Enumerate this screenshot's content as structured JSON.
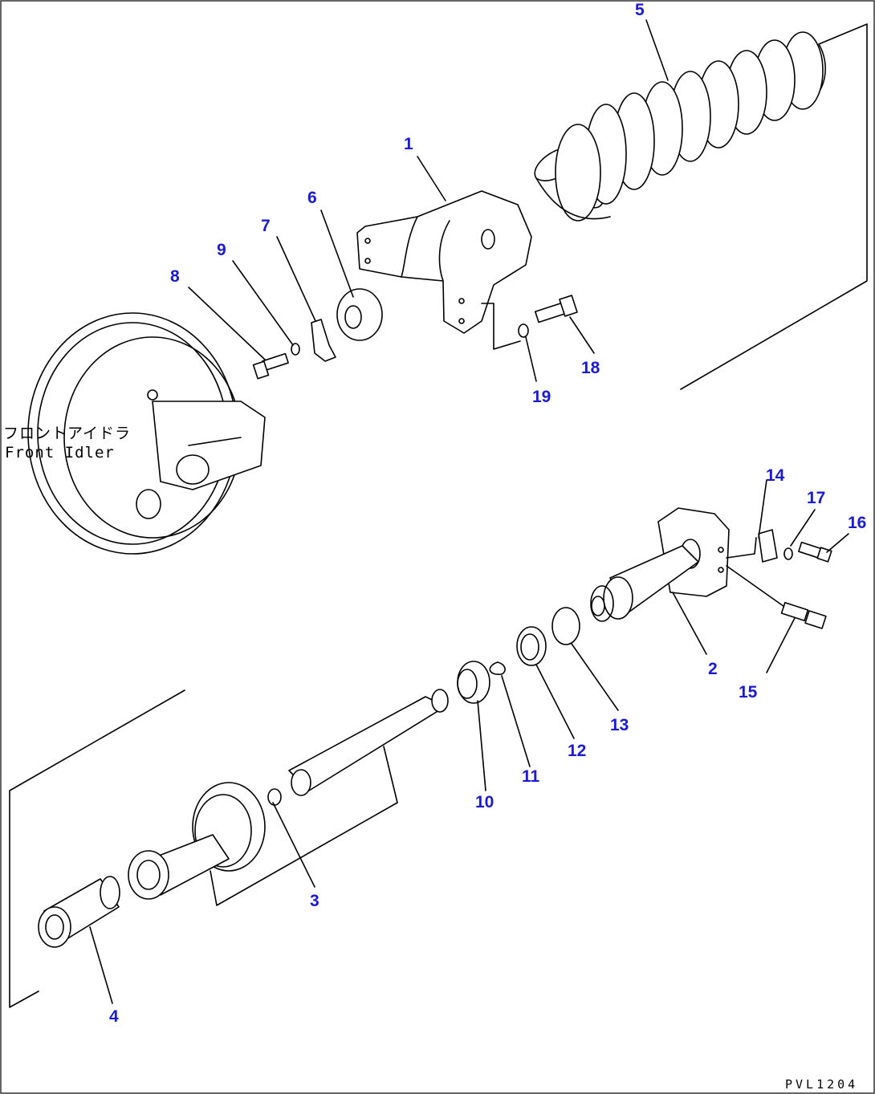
{
  "callouts": [
    "1",
    "2",
    "3",
    "4",
    "5",
    "6",
    "7",
    "8",
    "9",
    "10",
    "11",
    "12",
    "13",
    "14",
    "15",
    "16",
    "17",
    "18",
    "19"
  ],
  "part_label": {
    "japanese": "フロントアイドラ",
    "english": "Front Idler"
  },
  "drawing_code": "PVL1204",
  "colors": {
    "callout": "#1a1ad6",
    "line": "#000000",
    "background": "#ffffff"
  }
}
